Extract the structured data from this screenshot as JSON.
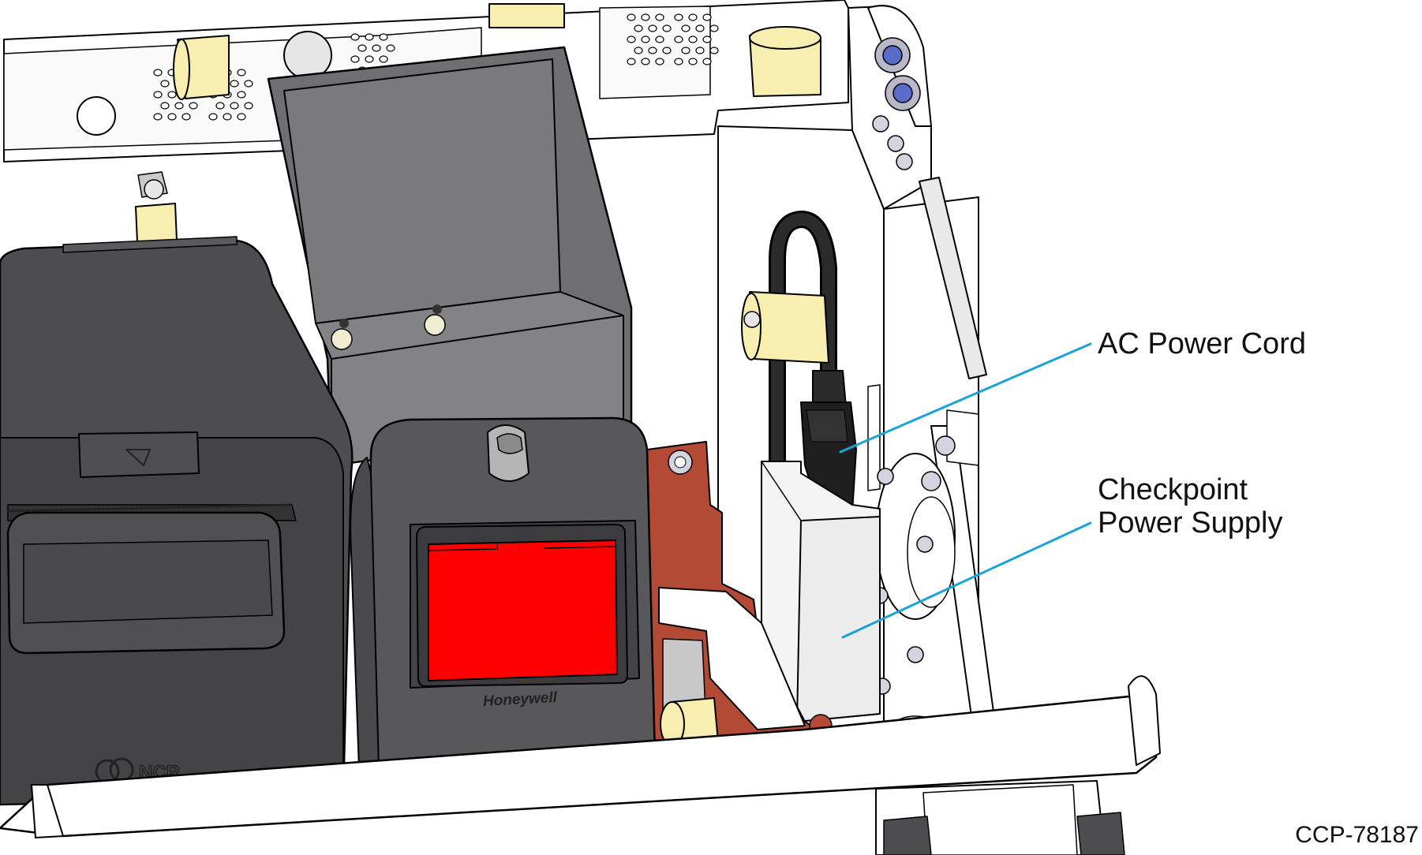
{
  "callouts": {
    "ac_power_cord": "AC Power Cord",
    "checkpoint_power_supply_line1": "Checkpoint",
    "checkpoint_power_supply_line2": "Power Supply"
  },
  "scanner_brand": "Honeywell",
  "printer_brand": "NCR",
  "figure_id": "CCP-78187",
  "colors": {
    "leader_line": "#1aa3d9",
    "scanner_window": "#ff0000",
    "bracket": "#b24a36",
    "clip": "#f7eeb0",
    "dark_housing": "#4d4d4f",
    "scanner_housing": "#58585a",
    "hopper": "#6f6f71",
    "power_supply": "#f4f4f4",
    "screw": "#b8b8c8"
  }
}
